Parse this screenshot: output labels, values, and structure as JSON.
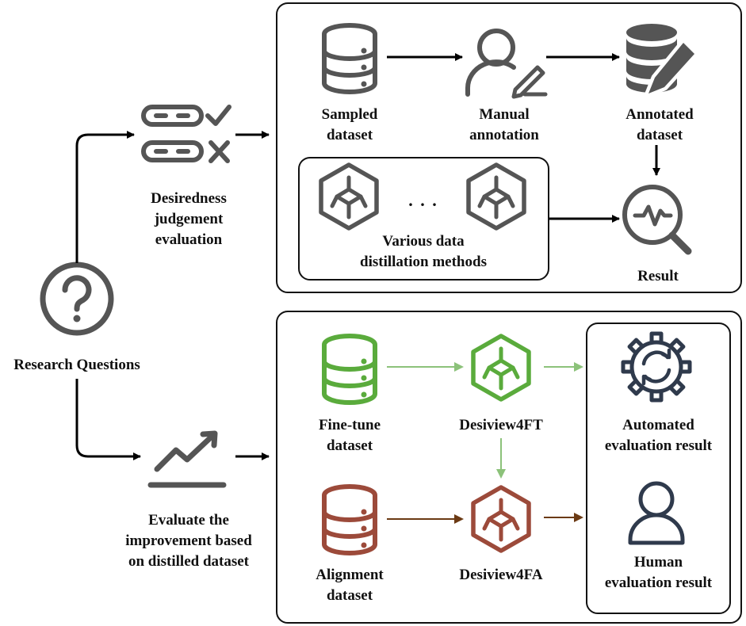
{
  "research": {
    "title": "Research Questions"
  },
  "branch_top": {
    "label": [
      "Desiredness",
      "judgement",
      "evaluation"
    ]
  },
  "branch_bottom": {
    "label": [
      "Evaluate the",
      "improvement based",
      "on distilled dataset"
    ]
  },
  "top_panel": {
    "sampled": [
      "Sampled",
      "dataset"
    ],
    "manual": [
      "Manual",
      "annotation"
    ],
    "annotated": [
      "Annotated",
      "dataset"
    ],
    "methods": [
      "Various data",
      "distillation methods"
    ],
    "ellipsis": ". . .",
    "result": "Result"
  },
  "bottom_panel": {
    "finetune": [
      "Fine-tune",
      "dataset"
    ],
    "desiview_ft": "Desiview4FT",
    "alignment": [
      "Alignment",
      "dataset"
    ],
    "desiview_fa": "Desiview4FA",
    "automated": [
      "Automated",
      "evaluation result"
    ],
    "human": [
      "Human",
      "evaluation result"
    ]
  },
  "colors": {
    "icon_gray": "#555555",
    "green": "#5aab3c",
    "green_arrow": "#8cc27a",
    "brown": "#9c4a3a",
    "brown_arrow": "#6b3a14",
    "navy": "#2f3a4c"
  }
}
